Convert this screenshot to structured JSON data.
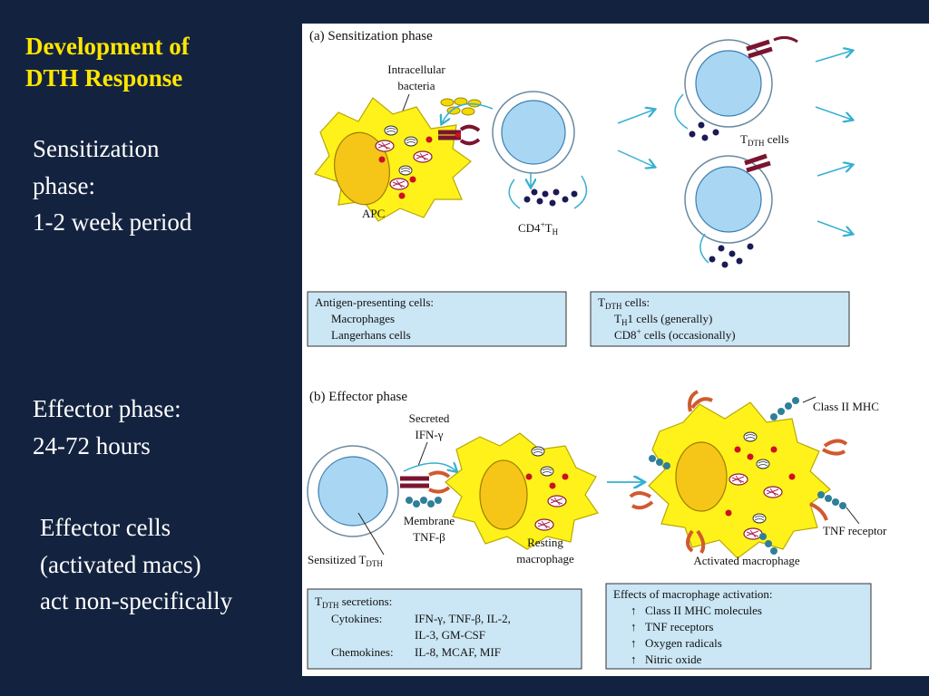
{
  "slide": {
    "title_line1": "Development of",
    "title_line2": "DTH  Response",
    "sensitization": {
      "line1": "Sensitization",
      "line2": "phase:",
      "line3": "1-2 week period"
    },
    "effector": {
      "line1": "Effector phase:",
      "line2": "24-72 hours"
    },
    "effector_cells": {
      "line1": "Effector cells",
      "line2": "(activated macs)",
      "line3": "act non-specifically"
    }
  },
  "figure": {
    "panel_a": {
      "title": "(a) Sensitization phase",
      "label_bacteria_1": "Intracellular",
      "label_bacteria_2": "bacteria",
      "label_apc": "APC",
      "label_cd4_main": "CD4",
      "label_cd4_sup": "+",
      "label_cd4_th": "T",
      "label_cd4_sub": "H",
      "label_tdth_t": "T",
      "label_tdth_sub": "DTH",
      "label_tdth_rest": " cells",
      "box_apc": {
        "heading": "Antigen-presenting cells:",
        "item1": "Macrophages",
        "item2": "Langerhans cells"
      },
      "box_tdth": {
        "heading_t": "T",
        "heading_sub": "DTH",
        "heading_rest": " cells:",
        "item1_t": "T",
        "item1_sub": "H",
        "item1_rest": "1 cells (generally)",
        "item2_main": "CD8",
        "item2_sup": "+",
        "item2_rest": " cells (occasionally)"
      }
    },
    "panel_b": {
      "title": "(b) Effector phase",
      "label_secreted_1": "Secreted",
      "label_secreted_2": "IFN-γ",
      "label_membrane_1": "Membrane",
      "label_membrane_2": "TNF-β",
      "label_sensitized_main": "Sensitized T",
      "label_sensitized_sub": "DTH",
      "label_resting_1": "Resting",
      "label_resting_2": "macrophage",
      "label_activated": "Activated macrophage",
      "label_class2": "Class II MHC",
      "label_tnfr": "TNF receptor",
      "box_secretions": {
        "heading_t": "T",
        "heading_sub": "DTH",
        "heading_rest": " secretions:",
        "cytokines_label": "Cytokines:",
        "cytokines_line1": "IFN-γ, TNF-β, IL-2,",
        "cytokines_line2": "IL-3, GM-CSF",
        "chemokines_label": "Chemokines:",
        "chemokines_value": "IL-8, MCAF, MIF"
      },
      "box_effects": {
        "heading": "Effects of macrophage activation:",
        "arrow": "↑",
        "item1": "Class II MHC molecules",
        "item2": "TNF receptors",
        "item3": "Oxygen radicals",
        "item4": "Nitric oxide"
      }
    }
  },
  "colors": {
    "slide_background": "#13233f",
    "title_yellow": "#ffe600",
    "macrophage_yellow": "#fff21a",
    "nucleus_orange": "#f5c518",
    "tcell_blue": "#a9d6f2",
    "panel_box_blue": "#cbe6f5",
    "arrow_cyan": "#35b0d0",
    "cytokine_navy": "#1a1a55",
    "granule_red": "#cc1122",
    "receptor_maroon": "#7a1530",
    "tnfr_orange": "#d05a30",
    "mhc_teal": "#2f7f99"
  }
}
